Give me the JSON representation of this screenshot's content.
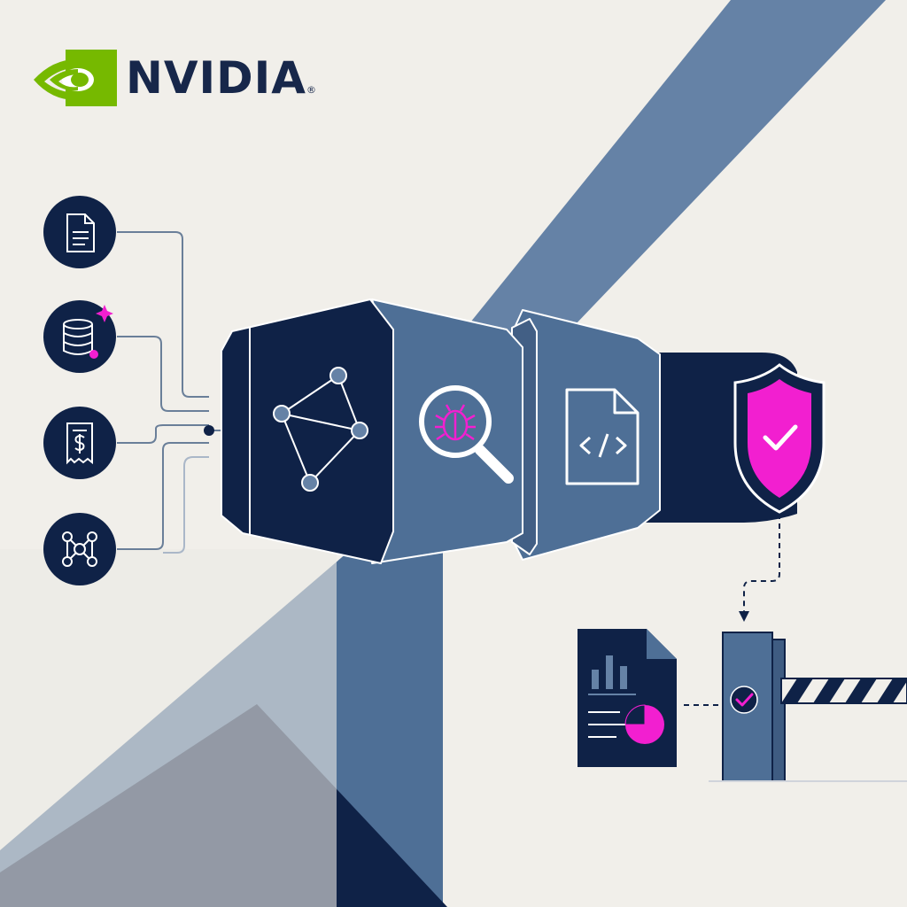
{
  "brand": {
    "name": "NVIDIA",
    "registered_mark": "®",
    "logo_color": "#76b900",
    "text_color": "#17274a"
  },
  "colors": {
    "background": "#f1efea",
    "navy": "#0f2247",
    "slate": "#4e6f96",
    "slate_light": "#6582a6",
    "accent": "#f21fd0",
    "line": "#6a7f99"
  },
  "inputs": [
    {
      "icon": "document-icon"
    },
    {
      "icon": "database-icon"
    },
    {
      "icon": "receipt-dollar-icon"
    },
    {
      "icon": "network-molecule-icon"
    }
  ],
  "pipeline": [
    {
      "stage": "graph",
      "icon": "graph-network-icon"
    },
    {
      "stage": "scan",
      "icon": "magnifier-bug-icon"
    },
    {
      "stage": "code",
      "icon": "code-file-icon"
    },
    {
      "stage": "secure",
      "icon": "shield-check-icon"
    }
  ],
  "outputs": [
    {
      "icon": "report-chart-icon"
    },
    {
      "icon": "gate-check-icon"
    },
    {
      "icon": "barrier-icon"
    }
  ]
}
